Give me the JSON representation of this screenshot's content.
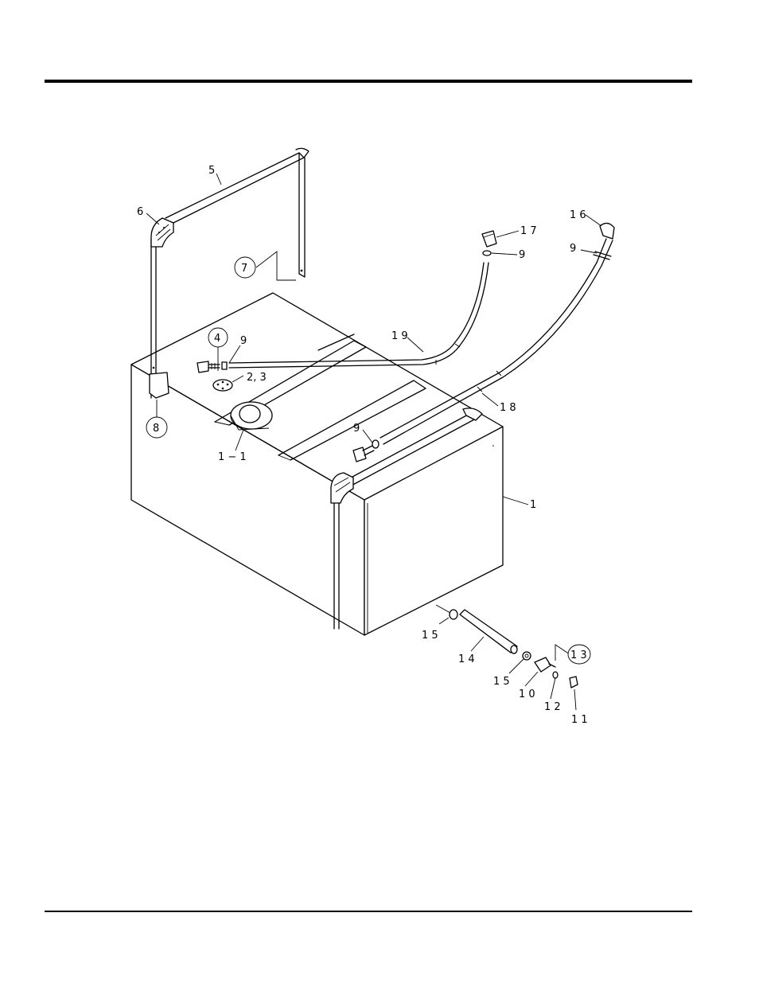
{
  "labels": {
    "p5": "5",
    "p6": "6",
    "p7": "7",
    "p8": "8",
    "p4": "4",
    "p9_filter": "9",
    "p2_3": "2, 3",
    "p1_1": "1 − 1",
    "p19": "1 9",
    "p17": "1 7",
    "p9_top": "9",
    "p16": "1 6",
    "p9_right": "9",
    "p18": "1 8",
    "p9_mid": "9",
    "p1": "1",
    "p15_a": "1 5",
    "p14": "1 4",
    "p15_b": "1 5",
    "p13": "1 3",
    "p10": "1 0",
    "p12": "1 2",
    "p11": "1 1"
  }
}
